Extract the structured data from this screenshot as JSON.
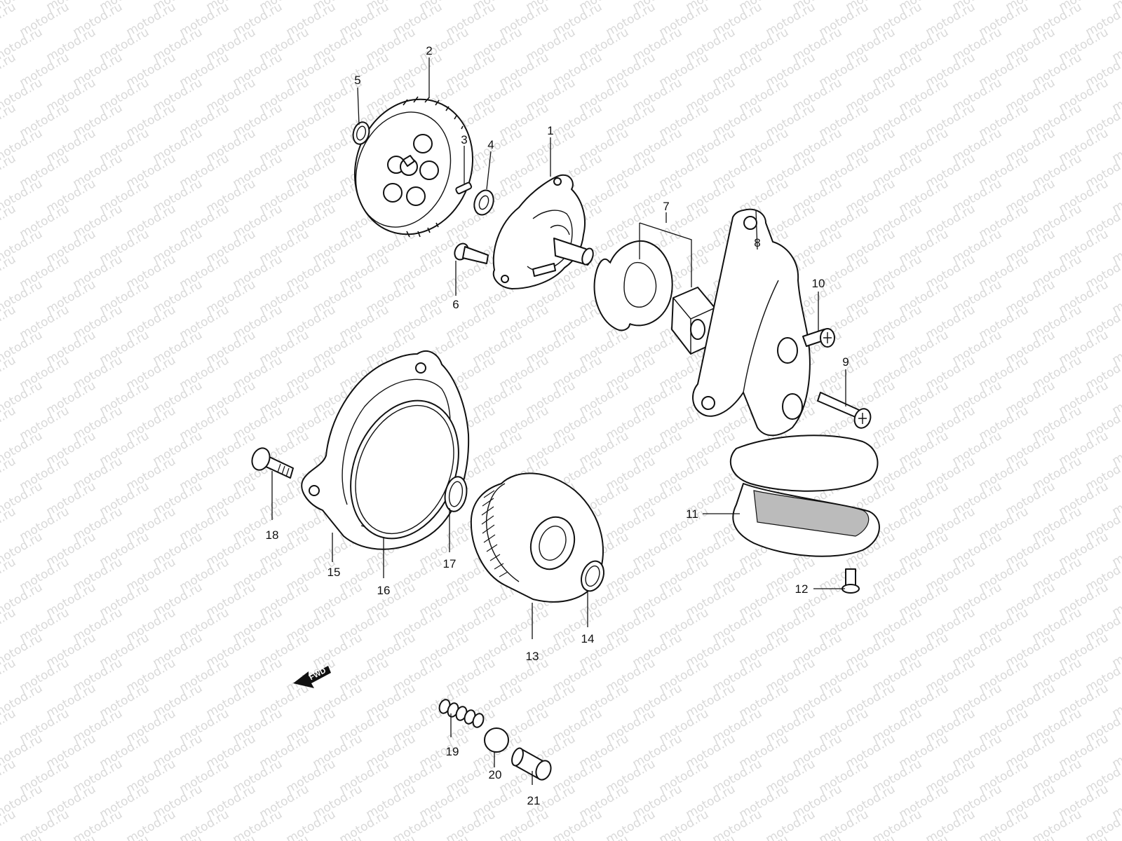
{
  "watermark": {
    "text": "motod.ru",
    "color": "#d9d9d9"
  },
  "direction_badge": {
    "label": "FWD"
  },
  "callouts": [
    {
      "id": "1",
      "label": "1"
    },
    {
      "id": "2",
      "label": "2"
    },
    {
      "id": "3",
      "label": "3"
    },
    {
      "id": "4",
      "label": "4"
    },
    {
      "id": "5",
      "label": "5"
    },
    {
      "id": "6",
      "label": "6"
    },
    {
      "id": "7",
      "label": "7"
    },
    {
      "id": "8",
      "label": "8"
    },
    {
      "id": "9",
      "label": "9"
    },
    {
      "id": "10",
      "label": "10"
    },
    {
      "id": "11",
      "label": "11"
    },
    {
      "id": "12",
      "label": "12"
    },
    {
      "id": "13",
      "label": "13"
    },
    {
      "id": "14",
      "label": "14"
    },
    {
      "id": "15",
      "label": "15"
    },
    {
      "id": "16",
      "label": "16"
    },
    {
      "id": "17",
      "label": "17"
    },
    {
      "id": "18",
      "label": "18"
    },
    {
      "id": "19",
      "label": "19"
    },
    {
      "id": "20",
      "label": "20"
    },
    {
      "id": "21",
      "label": "21"
    }
  ]
}
